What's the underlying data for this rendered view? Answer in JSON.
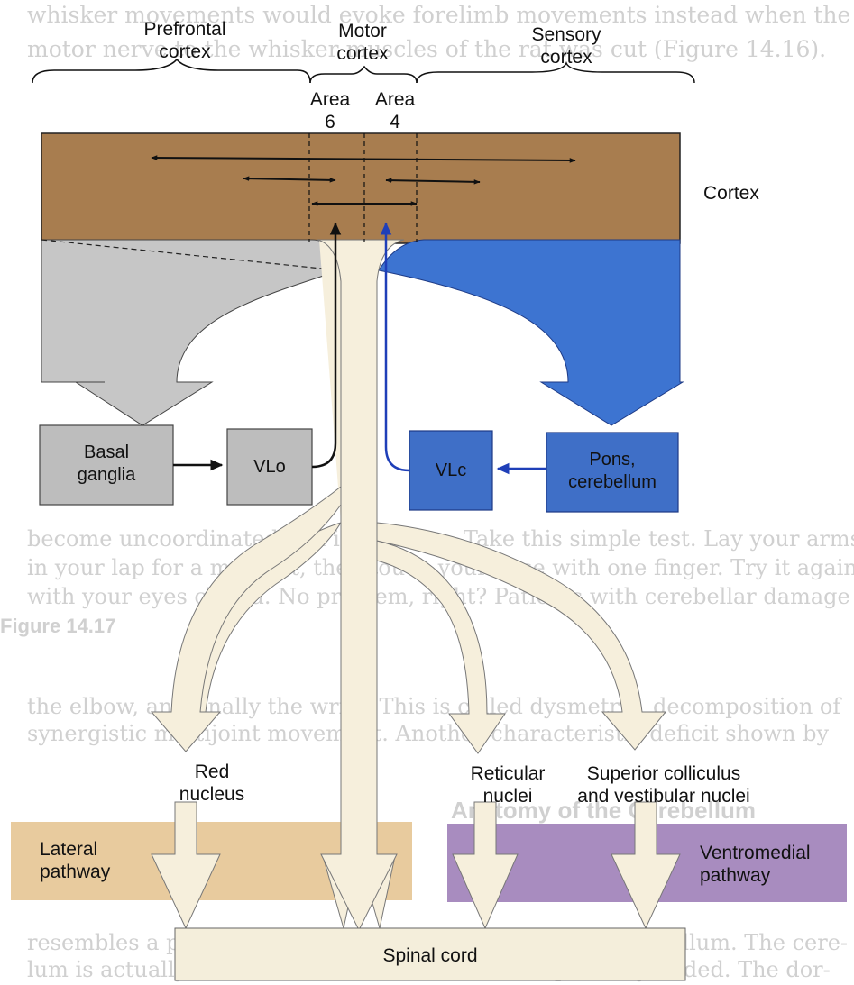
{
  "headers": {
    "prefrontal": "Prefrontal\ncortex",
    "motor": "Motor\ncortex",
    "sensory": "Sensory\ncortex",
    "area6": "Area\n6",
    "area4": "Area\n4"
  },
  "cortex_label": "Cortex",
  "boxes": {
    "basal_ganglia": "Basal\nganglia",
    "vlo": "VLo",
    "vlc": "VLc",
    "pons_cerebellum": "Pons,\ncerebellum",
    "lateral_pathway": "Lateral\npathway",
    "ventromedial_pathway": "Ventromedial\npathway",
    "spinal_cord": "Spinal cord"
  },
  "targets": {
    "red_nucleus": "Red\nnucleus",
    "reticular_nuclei": "Reticular\nnuclei",
    "superior_colliculus": "Superior colliculus\nand vestibular nuclei"
  },
  "colors": {
    "cortex_fill": "#a87d4f",
    "gray_pathway": "#c6c6c6",
    "gray_box": "#bdbdbd",
    "blue_pathway": "#3d74d1",
    "blue_box": "#3f6fc7",
    "cream_pathway": "#f6efdc",
    "lateral_fill": "#e8cb9e",
    "ventromedial_fill": "#a88cbf",
    "spinal_fill": "#f4eedb"
  },
  "background_bleed": {
    "line1": "whisker movements would evoke forelimb movements instead when the",
    "line2": "motor nerve to the whisker muscles of the rat was cut (Figure 14.16).",
    "line3": "become uncoordinated and inaccurate. Take this simple test. Lay your arms",
    "line4": "in your lap for a moment, then touch your nose with one finger. Try it again",
    "line5": "with your eyes closed. No problem, right? Patients with cerebellar damage",
    "line6": "the elbow, and finally the wrist. This is called dysmetria, decomposition of",
    "line7": "synergistic multijoint movement. Another characteristic deficit shown by",
    "line8": "resembles a piece of brain tissue in the shape of the cerebellum. The cere-",
    "line9": "lum is actually a thin sheet of cortex which is repeatedly folded. The dor-",
    "figure_caption": "Figure 14.17",
    "anatomy_heading": "Anatomy of the Cerebellum"
  }
}
